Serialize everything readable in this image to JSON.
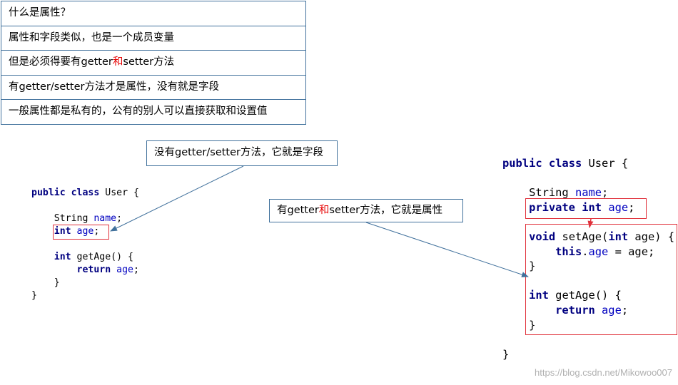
{
  "notes": [
    {
      "text": "什么是属性？"
    },
    {
      "text": "属性和字段类似，也是一个成员变量"
    },
    {
      "pre": "但是必须得要有getter",
      "highlight": "和",
      "post": "setter方法"
    },
    {
      "text": "有getter/setter方法才是属性，没有就是字段"
    },
    {
      "text": "一般属性都是私有的，公有的别人可以直接获取和设置值"
    }
  ],
  "callout_field": "没有getter/setter方法，它就是字段",
  "callout_property": {
    "pre": "有getter",
    "highlight": "和",
    "post": "setter方法，它就是属性"
  },
  "code_left": {
    "kw_public": "public",
    "kw_class": "class",
    "class_name": "User",
    "brace_open": "{",
    "type_string": "String",
    "field_name": "name",
    "semi": ";",
    "kw_int": "int",
    "field_age": "age",
    "method_get": "getAge()",
    "kw_return": "return",
    "brace_close": "}"
  },
  "code_right": {
    "kw_public": "public",
    "kw_class": "class",
    "class_name": "User",
    "brace_open": "{",
    "type_string": "String",
    "field_name": "name",
    "semi": ";",
    "kw_private": "private",
    "kw_int": "int",
    "field_age": "age",
    "kw_void": "void",
    "method_set": "setAge(",
    "param_age": "age",
    "paren_close": ")",
    "kw_this": "this",
    "dot": ".",
    "eq": "=",
    "method_get": "getAge()",
    "kw_return": "return",
    "brace_close": "}"
  },
  "watermark": "https://blog.csdn.net/Mikowoo007",
  "colors": {
    "keyword": "#000080",
    "field": "#0000c0",
    "border_blue": "#41719c",
    "border_red": "#e0303a",
    "highlight_red": "#e60000"
  }
}
